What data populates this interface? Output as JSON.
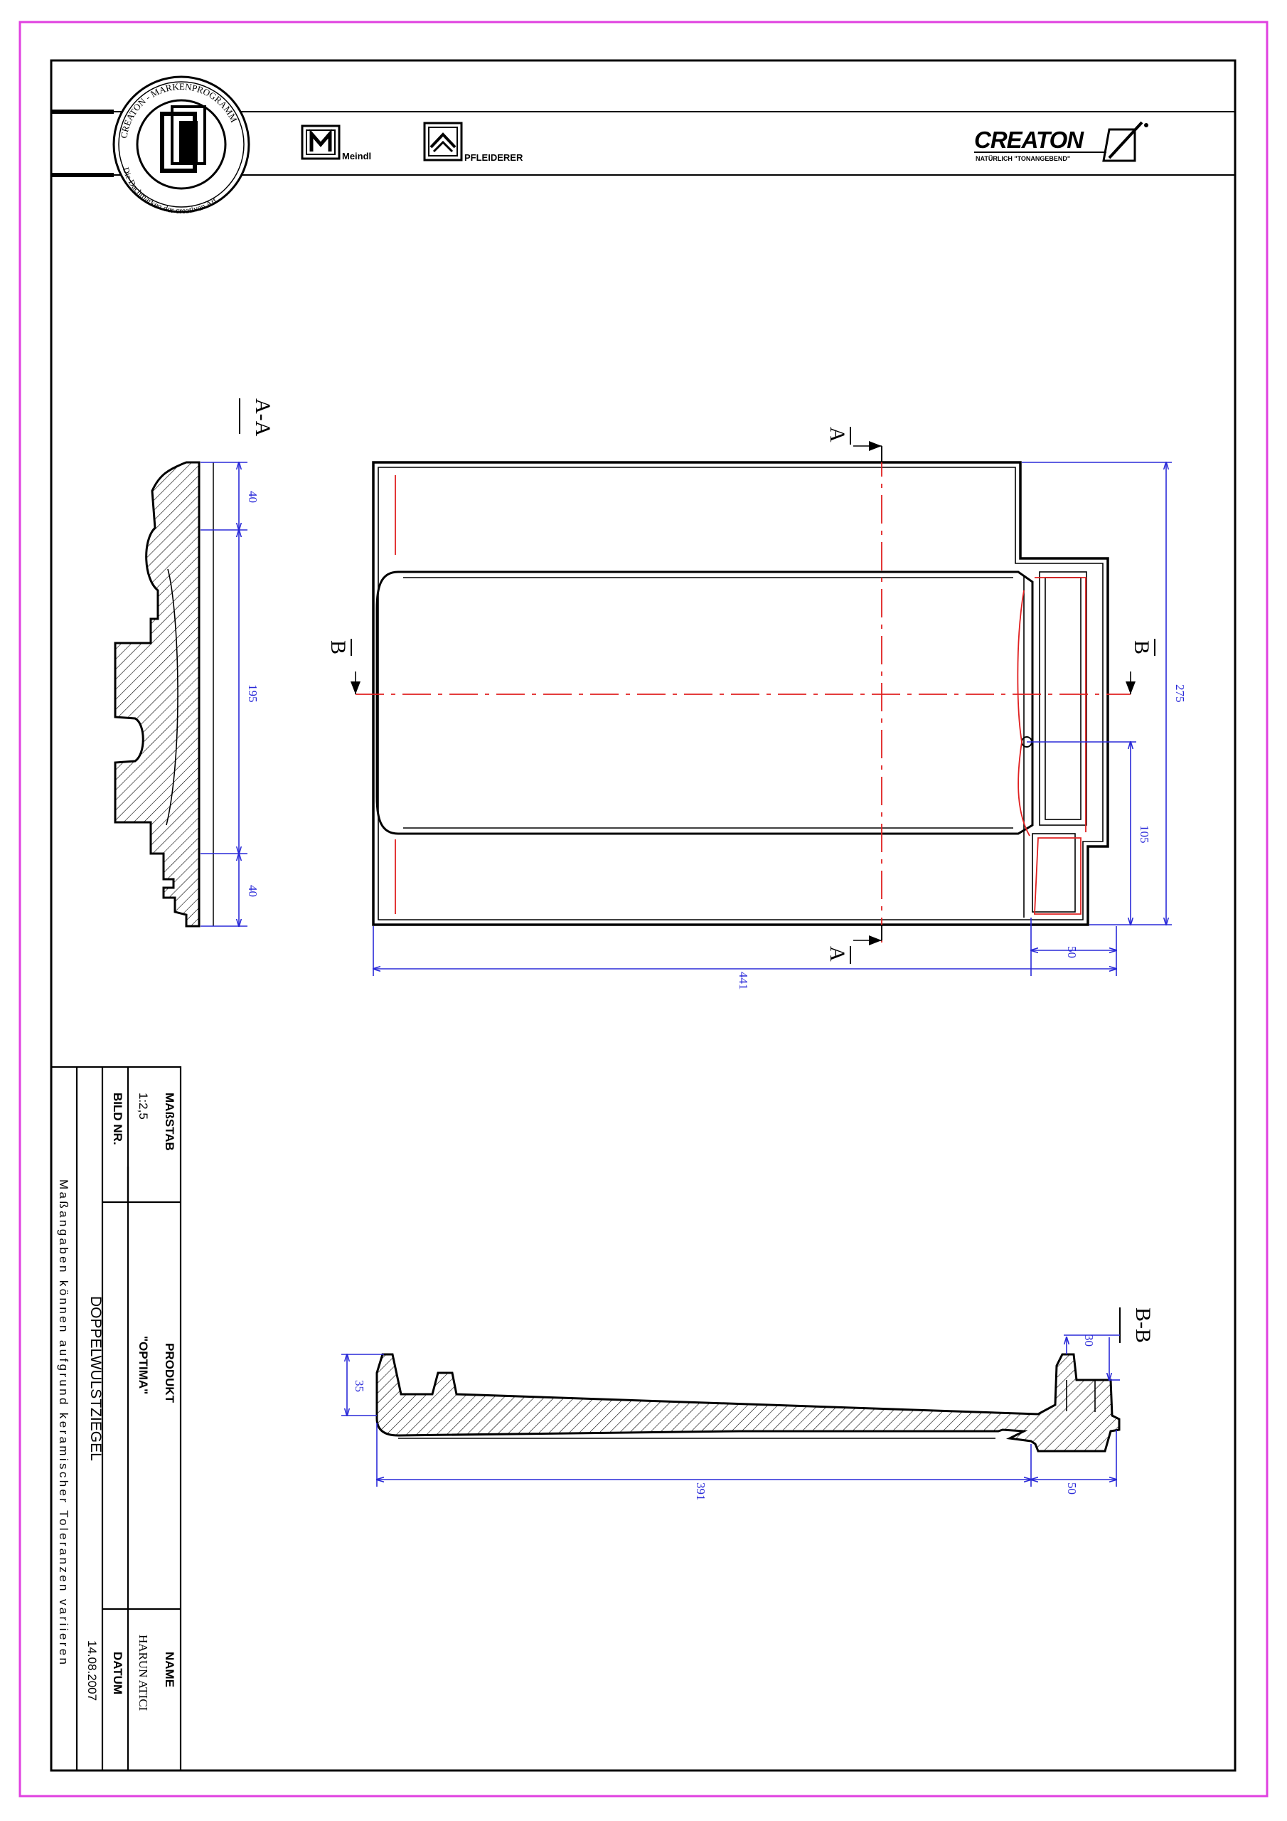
{
  "logos": {
    "seal_text_top": "CREATON - MARKENPROGRAMM",
    "seal_text_bottom": "Die Dachmarken der creativen Art",
    "meindl": "Meindl",
    "pfleiderer": "PFLEIDERER",
    "creaton": "CREATON",
    "creaton_tagline": "NATÜRLICH \"TONANGEBEND\""
  },
  "section_labels": {
    "aa": "A-A",
    "bb": "B-B",
    "a": "A",
    "b": "B"
  },
  "dimensions": {
    "aa_top": "40",
    "aa_mid": "195",
    "aa_bottom": "40",
    "plan_width": "441",
    "plan_height": "275",
    "plan_notch_height": "105",
    "plan_notch_width": "50",
    "bb_length": "391",
    "bb_end": "50",
    "bb_height_left": "35",
    "bb_height_right": "30"
  },
  "title_block": {
    "massstab_label": "MAßSTAB",
    "massstab_value": "1:2,5",
    "bild_nr_label": "BILD NR.",
    "produkt_label": "PRODUKT",
    "produkt_value": "\"OPTIMA\"",
    "name_label": "NAME",
    "name_value": "HARUN ATICI",
    "datum_label": "DATUM",
    "datum_value": "14.08.2007",
    "description": "DOPPELWULSTZIEGEL",
    "note": "Maßangaben können aufgrund keramischer Toleranzen variieren"
  },
  "colors": {
    "frame": "#e040e0",
    "dimension": "#2a2ad8",
    "centerline": "#e02020"
  }
}
